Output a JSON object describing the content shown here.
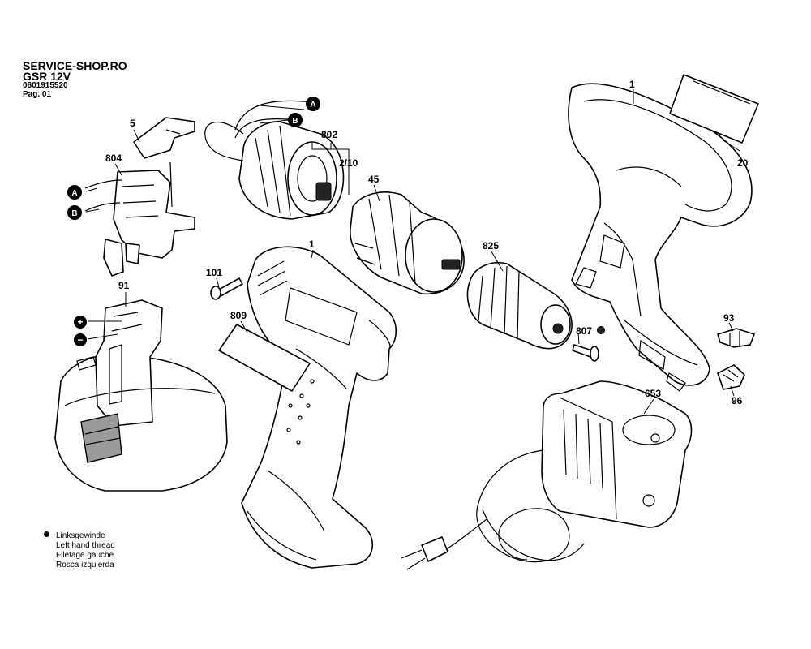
{
  "header": {
    "shop": "SERVICE-SHOP.RO",
    "model": "GSR 12V",
    "part_number": "0601915520",
    "page": "Pag. 01"
  },
  "callouts": {
    "c1_top": "1",
    "c20": "20",
    "c802": "802",
    "c2_10": "2/10",
    "c45": "45",
    "c825": "825",
    "c5": "5",
    "c804": "804",
    "c101": "101",
    "c1_mid": "1",
    "c809": "809",
    "c91": "91",
    "c807": "807",
    "c93": "93",
    "c96": "96",
    "c653": "653"
  },
  "connectors": {
    "a": "A",
    "b": "B"
  },
  "battery_terminals": {
    "plus": "+",
    "minus": "−"
  },
  "legend": {
    "lines": [
      "Linksgewinde",
      "Left hand thread",
      "Filetage gauche",
      "Rosca izquierda"
    ]
  }
}
